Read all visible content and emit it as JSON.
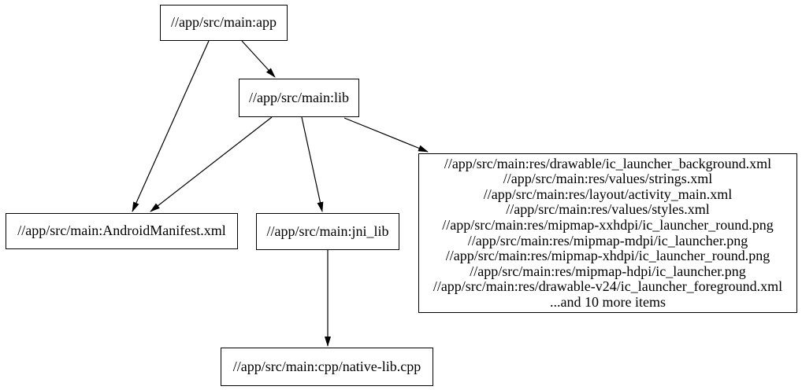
{
  "graph": {
    "background_color": "#ffffff",
    "edge_color": "#000000",
    "node_border_color": "#000000",
    "node_fill_color": "#ffffff",
    "text_color": "#000000",
    "nodes": {
      "app": {
        "label": "//app/src/main:app"
      },
      "lib": {
        "label": "//app/src/main:lib"
      },
      "android_manifest": {
        "label": "//app/src/main:AndroidManifest.xml"
      },
      "jni_lib": {
        "label": "//app/src/main:jni_lib"
      },
      "native_lib_cpp": {
        "label": "//app/src/main:cpp/native-lib.cpp"
      },
      "res_group": {
        "lines": [
          "//app/src/main:res/drawable/ic_launcher_background.xml",
          "//app/src/main:res/values/strings.xml",
          "//app/src/main:res/layout/activity_main.xml",
          "//app/src/main:res/values/styles.xml",
          "//app/src/main:res/mipmap-xxhdpi/ic_launcher_round.png",
          "//app/src/main:res/mipmap-mdpi/ic_launcher.png",
          "//app/src/main:res/mipmap-xhdpi/ic_launcher_round.png",
          "//app/src/main:res/mipmap-hdpi/ic_launcher.png",
          "//app/src/main:res/drawable-v24/ic_launcher_foreground.xml",
          "...and 10 more items"
        ]
      }
    },
    "edges": [
      {
        "from": "app",
        "to": "lib"
      },
      {
        "from": "app",
        "to": "android_manifest"
      },
      {
        "from": "lib",
        "to": "android_manifest"
      },
      {
        "from": "lib",
        "to": "jni_lib"
      },
      {
        "from": "lib",
        "to": "res_group"
      },
      {
        "from": "jni_lib",
        "to": "native_lib_cpp"
      }
    ]
  }
}
